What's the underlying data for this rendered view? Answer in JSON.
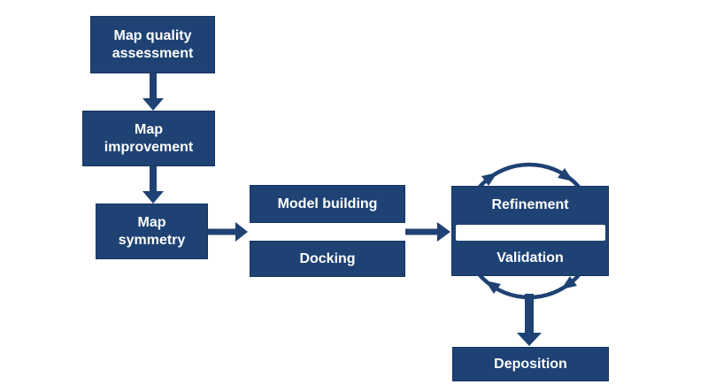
{
  "title": "Cryo-EM map-to-model workflow diagram",
  "colors": {
    "shape_fill": "#1E4274",
    "arrow": "#1E4274",
    "text": "#FFFFFF",
    "background": "#FFFFFF"
  },
  "nodes": {
    "map_quality_assessment": {
      "lines": [
        "Map quality",
        "assessment"
      ],
      "label": "Map quality assessment"
    },
    "map_improvement": {
      "lines": [
        "Map",
        "improvement"
      ],
      "label": "Map improvement"
    },
    "map_symmetry": {
      "lines": [
        "Map",
        "symmetry"
      ],
      "label": "Map symmetry"
    },
    "model_building": {
      "lines": [
        "Model building"
      ],
      "label": "Model building"
    },
    "docking": {
      "lines": [
        "Docking"
      ],
      "label": "Docking"
    },
    "refinement": {
      "lines": [
        "Refinement"
      ],
      "label": "Refinement"
    },
    "validation": {
      "lines": [
        "Validation"
      ],
      "label": "Validation"
    },
    "deposition": {
      "lines": [
        "Deposition"
      ],
      "label": "Deposition"
    }
  },
  "edges": [
    {
      "from": "Map quality assessment",
      "to": "Map improvement"
    },
    {
      "from": "Map improvement",
      "to": "Map symmetry"
    },
    {
      "from": "Map symmetry",
      "to": "Model building / Docking"
    },
    {
      "from": "Model building / Docking",
      "to": "Refinement / Validation"
    },
    {
      "from": "Refinement / Validation",
      "to": "Deposition"
    }
  ],
  "cycle": {
    "nodes": [
      "Refinement",
      "Validation"
    ],
    "direction": "clockwise"
  }
}
